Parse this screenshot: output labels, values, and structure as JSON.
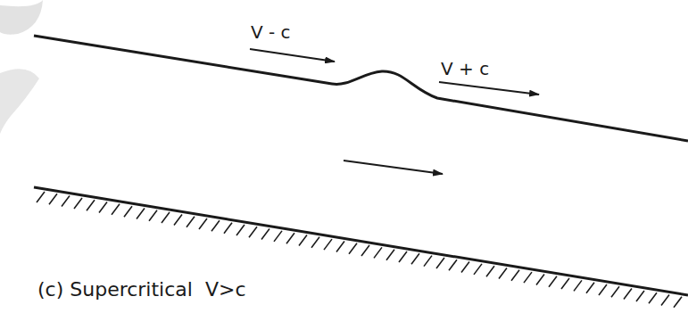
{
  "diagram": {
    "caption": "(c) Supercritical  V>c",
    "labels": [
      "V - c",
      "V + c"
    ]
  }
}
